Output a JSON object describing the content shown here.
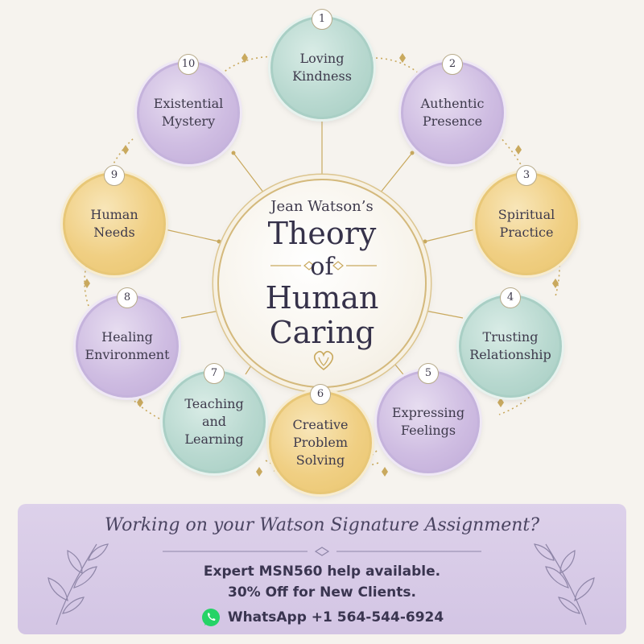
{
  "center": {
    "subtitle": "Jean Watson’s",
    "title_line1": "Theory",
    "title_line2": "of",
    "title_line3": "Human",
    "title_line4": "Caring"
  },
  "factors": [
    {
      "number": "1",
      "label": "Loving\nKindness",
      "color": "#b9d9d0"
    },
    {
      "number": "2",
      "label": "Authentic\nPresence",
      "color": "#cfbde2"
    },
    {
      "number": "3",
      "label": "Spiritual\nPractice",
      "color": "#f0cf83"
    },
    {
      "number": "4",
      "label": "Trusting\nRelationship",
      "color": "#b9d9d0"
    },
    {
      "number": "5",
      "label": "Expressing\nFeelings",
      "color": "#cfbde2"
    },
    {
      "number": "6",
      "label": "Creative\nProblem\nSolving",
      "color": "#f0cf83"
    },
    {
      "number": "7",
      "label": "Teaching\nand\nLearning",
      "color": "#b9d9d0"
    },
    {
      "number": "8",
      "label": "Healing\nEnvironment",
      "color": "#cfbde2"
    },
    {
      "number": "9",
      "label": "Human\nNeeds",
      "color": "#f0cf83"
    },
    {
      "number": "10",
      "label": "Existential\nMystery",
      "color": "#cfbde2"
    }
  ],
  "banner": {
    "headline": "Working on your Watson Signature Assignment?",
    "line1": "Expert MSN560 help available.",
    "line2": "30% Off for New Clients.",
    "whatsapp_text": "WhatsApp +1 564-544-6924"
  },
  "icons": {
    "whatsapp": "whatsapp-icon",
    "heart": "heart-icon",
    "leaf": "leaf-branch-icon"
  },
  "colors": {
    "teal": "#b9d9d0",
    "purple": "#cfbde2",
    "gold": "#f0cf83",
    "banner": "#d8cbe7",
    "accent_gold": "#c9a95e",
    "whatsapp_green": "#25d366"
  }
}
